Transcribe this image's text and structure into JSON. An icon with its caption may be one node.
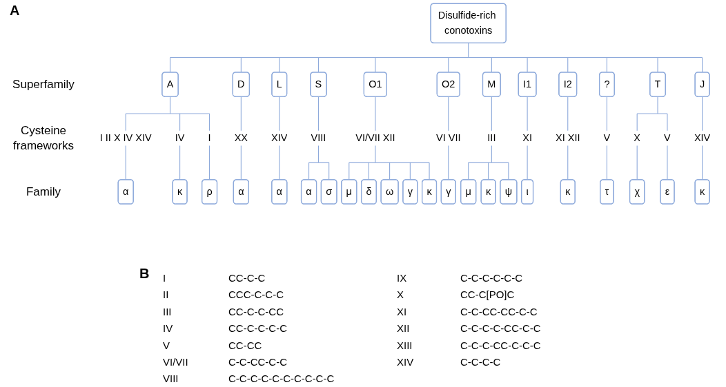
{
  "diagram": {
    "nodes": [
      {
        "text": [
          "Disulfide-rich conotoxins"
        ]
      },
      {
        "text": [
          "A"
        ]
      },
      {
        "text": [
          "D"
        ]
      },
      {
        "text": [
          "L"
        ]
      },
      {
        "text": [
          "S"
        ]
      },
      {
        "text": [
          "O1"
        ]
      },
      {
        "text": [
          "O2"
        ]
      },
      {
        "text": [
          "M"
        ]
      },
      {
        "text": [
          "I1"
        ]
      },
      {
        "text": [
          "I2"
        ]
      },
      {
        "text": [
          "?"
        ]
      },
      {
        "text": [
          "T"
        ]
      },
      {
        "text": [
          "J"
        ]
      },
      {
        "text": [
          "I II X IV XIV"
        ]
      },
      {
        "text": [
          "IV"
        ]
      },
      {
        "text": [
          "I"
        ]
      },
      {
        "text": [
          "XX"
        ]
      },
      {
        "text": [
          "XIV"
        ]
      },
      {
        "text": [
          "VIII"
        ]
      },
      {
        "text": [
          "VI/VII XII"
        ]
      },
      {
        "text": [
          "VI VII"
        ]
      },
      {
        "text": [
          "III"
        ]
      },
      {
        "text": [
          "XI"
        ]
      },
      {
        "text": [
          "XI XII"
        ]
      },
      {
        "text": [
          "V"
        ]
      },
      {
        "text": [
          "X"
        ]
      },
      {
        "text": [
          "V"
        ]
      },
      {
        "text": [
          "XIV"
        ]
      },
      {
        "text": [
          "α"
        ]
      },
      {
        "text": [
          "κ"
        ]
      },
      {
        "text": [
          "ρ"
        ]
      },
      {
        "text": [
          "α"
        ]
      },
      {
        "text": [
          "α"
        ]
      },
      {
        "text": [
          "α"
        ]
      },
      {
        "text": [
          "σ"
        ]
      },
      {
        "text": [
          "μ"
        ]
      },
      {
        "text": [
          "δ"
        ]
      },
      {
        "text": [
          "ω"
        ]
      },
      {
        "text": [
          "γ"
        ]
      },
      {
        "text": [
          "κ"
        ]
      },
      {
        "text": [
          "γ"
        ]
      },
      {
        "text": [
          "μ"
        ]
      },
      {
        "text": [
          "κ"
        ]
      },
      {
        "text": [
          "ψ"
        ]
      },
      {
        "text": [
          "ι"
        ]
      },
      {
        "text": [
          "κ"
        ]
      },
      {
        "text": [
          "τ"
        ]
      },
      {
        "text": [
          "χ"
        ]
      },
      {
        "text": [
          "ε"
        ]
      },
      {
        "text": [
          "κ"
        ]
      }
    ],
    "edges": [
      {
        "from": 0,
        "to": 1,
        "arrow": "none"
      },
      {
        "from": 0,
        "to": 2,
        "arrow": "none"
      },
      {
        "from": 0,
        "to": 3,
        "arrow": "none"
      },
      {
        "from": 0,
        "to": 4,
        "arrow": "none"
      },
      {
        "from": 0,
        "to": 5,
        "arrow": "none"
      },
      {
        "from": 0,
        "to": 6,
        "arrow": "none"
      },
      {
        "from": 0,
        "to": 7,
        "arrow": "none"
      },
      {
        "from": 0,
        "to": 8,
        "arrow": "none"
      },
      {
        "from": 0,
        "to": 9,
        "arrow": "none"
      },
      {
        "from": 0,
        "to": 10,
        "arrow": "none"
      },
      {
        "from": 0,
        "to": 11,
        "arrow": "none"
      },
      {
        "from": 0,
        "to": 12,
        "arrow": "none"
      },
      {
        "from": 1,
        "to": 13,
        "arrow": "none"
      },
      {
        "from": 1,
        "to": 14,
        "arrow": "none"
      },
      {
        "from": 1,
        "to": 15,
        "arrow": "none"
      },
      {
        "from": 2,
        "to": 16,
        "arrow": "none"
      },
      {
        "from": 3,
        "to": 17,
        "arrow": "none"
      },
      {
        "from": 4,
        "to": 18,
        "arrow": "none"
      },
      {
        "from": 5,
        "to": 19,
        "arrow": "none"
      },
      {
        "from": 6,
        "to": 20,
        "arrow": "none"
      },
      {
        "from": 7,
        "to": 21,
        "arrow": "none"
      },
      {
        "from": 8,
        "to": 22,
        "arrow": "none"
      },
      {
        "from": 9,
        "to": 23,
        "arrow": "none"
      },
      {
        "from": 10,
        "to": 24,
        "arrow": "none"
      },
      {
        "from": 11,
        "to": 25,
        "arrow": "none"
      },
      {
        "from": 11,
        "to": 26,
        "arrow": "none"
      },
      {
        "from": 12,
        "to": 27,
        "arrow": "none"
      },
      {
        "from": 13,
        "to": 28,
        "arrow": "none"
      },
      {
        "from": 14,
        "to": 29,
        "arrow": "none"
      },
      {
        "from": 15,
        "to": 30,
        "arrow": "none"
      },
      {
        "from": 16,
        "to": 31,
        "arrow": "none"
      },
      {
        "from": 17,
        "to": 32,
        "arrow": "none"
      },
      {
        "from": 18,
        "to": 33,
        "arrow": "none"
      },
      {
        "from": 18,
        "to": 34,
        "arrow": "none"
      },
      {
        "from": 19,
        "to": 35,
        "arrow": "none"
      },
      {
        "from": 19,
        "to": 36,
        "arrow": "none"
      },
      {
        "from": 19,
        "to": 37,
        "arrow": "none"
      },
      {
        "from": 19,
        "to": 38,
        "arrow": "none"
      },
      {
        "from": 19,
        "to": 39,
        "arrow": "none"
      },
      {
        "from": 20,
        "to": 40,
        "arrow": "none"
      },
      {
        "from": 21,
        "to": 41,
        "arrow": "none"
      },
      {
        "from": 21,
        "to": 42,
        "arrow": "none"
      },
      {
        "from": 21,
        "to": 43,
        "arrow": "none"
      },
      {
        "from": 22,
        "to": 44,
        "arrow": "none"
      },
      {
        "from": 23,
        "to": 45,
        "arrow": "none"
      },
      {
        "from": 24,
        "to": 46,
        "arrow": "none"
      },
      {
        "from": 25,
        "to": 47,
        "arrow": "none"
      },
      {
        "from": 26,
        "to": 48,
        "arrow": "none"
      },
      {
        "from": 27,
        "to": 49,
        "arrow": "none"
      }
    ],
    "labels": [
      "A",
      "Superfamily",
      "Cysteine frameworks",
      "Family",
      "B",
      "I",
      "CC-C-C",
      "IX",
      "C-C-C-C-C-C",
      "II",
      "CCC-C-C-C",
      "X",
      "CC-C[PO]C",
      "III",
      "CC-C-C-CC",
      "XI",
      "C-C-CC-CC-C-C",
      "IV",
      "CC-C-C-C-C",
      "XII",
      "C-C-C-C-CC-C-C",
      "V",
      "CC-CC",
      "XIII",
      "C-C-C-CC-C-C-C",
      "VI/VII",
      "C-C-CC-C-C",
      "XIV",
      "C-C-C-C",
      "VIII",
      "C-C-C-C-C-C-C-C-C-C"
    ]
  }
}
